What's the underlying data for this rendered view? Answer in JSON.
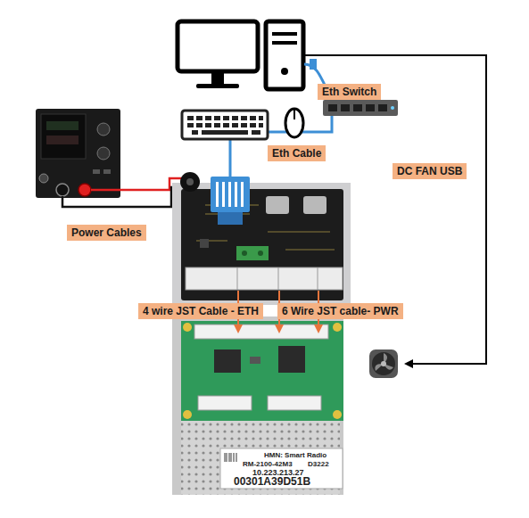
{
  "diagram": {
    "nodes": [
      {
        "text": [
          "Eth Switch"
        ]
      },
      {
        "text": [
          "Eth Cable"
        ]
      },
      {
        "text": [
          "DC FAN USB"
        ]
      },
      {
        "text": [
          "Power Cables"
        ]
      },
      {
        "text": [
          "4 wire JST Cable - ETH"
        ]
      },
      {
        "text": [
          "6 Wire JST cable- PWR"
        ]
      }
    ],
    "labels": [
      "HMN: Smart Radio",
      "RM-2100-42M3",
      "D3222",
      "10.223.213.27",
      "00301A39D51B"
    ]
  }
}
